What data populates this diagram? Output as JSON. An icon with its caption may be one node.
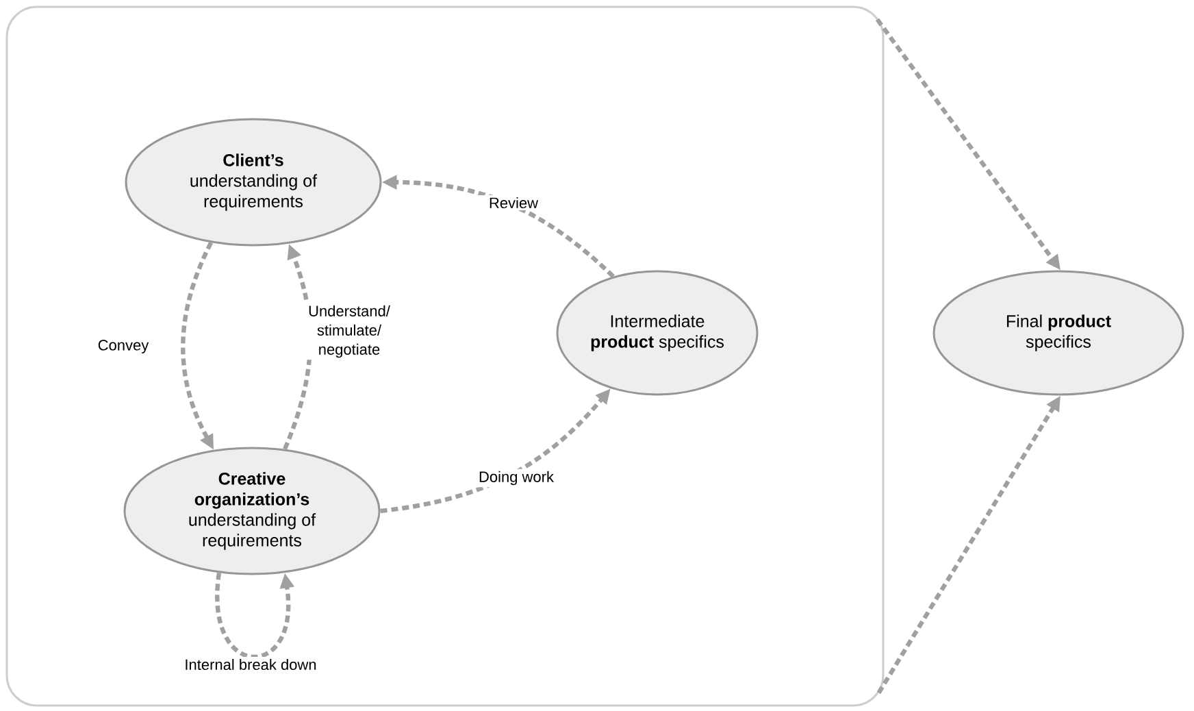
{
  "diagram": {
    "nodes": [
      {
        "text": [],
        "shape": "box"
      },
      {
        "text": [
          "**Client’s** understanding of requirements"
        ],
        "in": 0
      },
      {
        "text": [
          "**Creative organization’s** understanding of requirements"
        ],
        "in": 0
      },
      {
        "text": [
          "Intermediate **product** specifics"
        ],
        "in": 0
      },
      {
        "text": [
          "Final **product** specifics"
        ]
      }
    ],
    "edges": [
      {
        "from": 1,
        "to": 2,
        "arrow": "to",
        "label": "Convey"
      },
      {
        "from": 2,
        "to": 1,
        "arrow": "to",
        "label": "Understand/ stimulate/ negotiate"
      },
      {
        "from": 3,
        "to": 1,
        "arrow": "to",
        "label": "Review"
      },
      {
        "from": 2,
        "to": 3,
        "arrow": "to",
        "label": "Doing work"
      },
      {
        "from": 2,
        "to": 2,
        "arrow": "to",
        "label": "Internal break down"
      },
      {
        "from": 0,
        "to": 4,
        "arrow": "to"
      },
      {
        "from": 0,
        "to": 4,
        "arrow": "to"
      }
    ]
  }
}
